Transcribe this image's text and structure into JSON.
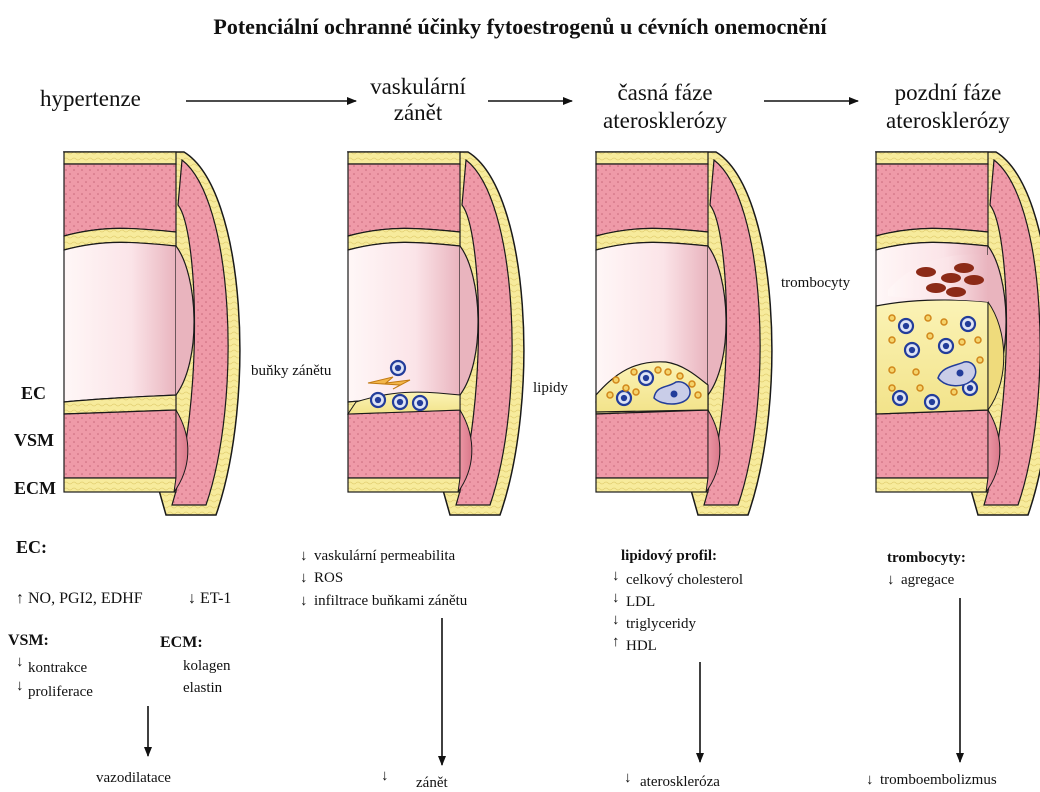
{
  "title": "Potenciální ochranné účinky fytoestrogenů u cévních onemocnění",
  "stages": [
    {
      "line1": "hypertenze",
      "line2": ""
    },
    {
      "line1": "vaskulární",
      "line2": "zánět"
    },
    {
      "line1": "časná fáze",
      "line2": "aterosklerózy"
    },
    {
      "line1": "pozdní fáze",
      "line2": "aterosklerózy"
    }
  ],
  "layers": {
    "ec": "EC",
    "vsm": "VSM",
    "ecm": "ECM"
  },
  "vessel_labels": {
    "inflammatory_cells": "buňky zánětu",
    "lipids": "lipidy",
    "platelets": "trombocyty"
  },
  "effects": {
    "col1": {
      "ec_heading": "EC:",
      "ec_up": "↑ NO, PGI2, EDHF",
      "ec_down": "↓ ET-1",
      "vsm_heading": "VSM:",
      "vsm_items": [
        "kontrakce",
        "proliferace"
      ],
      "ecm_heading": "ECM:",
      "ecm_items": [
        "kolagen",
        "elastin"
      ],
      "result": "vazodilatace"
    },
    "col2": {
      "items": [
        "vaskulární permeabilita",
        "ROS",
        "infiltrace buňkami zánětu"
      ],
      "result": "zánět"
    },
    "col3": {
      "heading": "lipidový profil:",
      "items": [
        "celkový cholesterol",
        "LDL",
        "triglyceridy",
        "HDL"
      ],
      "result": "ateroskleróza"
    },
    "col4": {
      "heading": "trombocyty:",
      "items": [
        "agregace"
      ],
      "result": "tromboembolizmus"
    }
  },
  "colors": {
    "media": "#ef9aa8",
    "intima": "#f7eb9c",
    "lumen_light": "#fff4f4",
    "lumen_dark": "#efc4cc",
    "outline": "#1a1a1a",
    "cell_blue": "#233d9a",
    "lipid_dot": "#d1871a",
    "platelet": "#8c2a17"
  }
}
